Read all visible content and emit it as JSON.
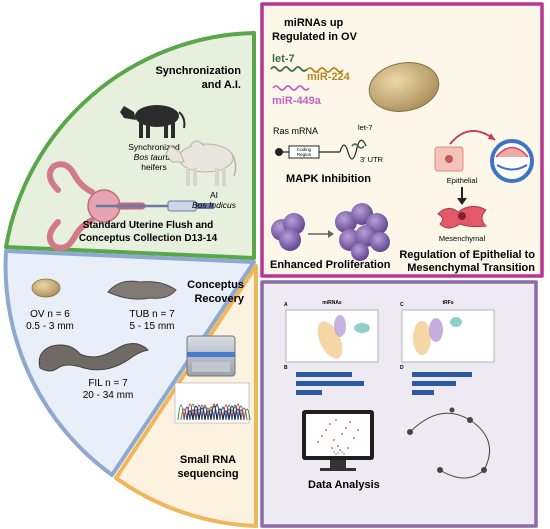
{
  "colors": {
    "green_panel": "#5aa64a",
    "green_fill": "#e7f0dd",
    "magenta_panel": "#b5378f",
    "magenta_fill": "#fdf7ea",
    "blue_panel": "#8ea8cf",
    "blue_fill": "#e9eff8",
    "orange_panel": "#f0b65a",
    "orange_fill": "#fdf1df",
    "purple_panel": "#8c6ba8",
    "purple_fill": "#eeeaf4"
  },
  "sync_panel": {
    "title_line1": "Synchronization",
    "title_line2": "and A.I.",
    "heifers_line1": "Synchronized",
    "heifers_line2": "Bos taurus",
    "heifers_line3": "heifers",
    "ai_line1": "AI",
    "ai_line2": "Bos Indicus",
    "flush_line1": "Standard Uterine Flush and",
    "flush_line2": "Conceptus Collection D13-14"
  },
  "mirna_panel": {
    "title_line1": "miRNAs up",
    "title_line2": "Regulated in OV",
    "mir_let7": "let-7",
    "mir_224": "miR-224",
    "mir_449a": "miR-449a",
    "ras_label": "Ras mRNA",
    "let7_small": "let-7",
    "coding_line1": "Coding",
    "coding_line2": "Region",
    "utr_label": "3' UTR",
    "mapk_label": "MAPK Inhibition",
    "epithelial_label": "Epithelial",
    "mesenchymal_label": "Mesenchymal",
    "proliferation_label": "Enhanced Proliferation",
    "emt_line1": "Regulation of Epithelial to",
    "emt_line2": "Mesenchymal Transition",
    "mir_colors": {
      "let7": "#3d6b4a",
      "mir224": "#b38a1a",
      "mir449a": "#c064c8"
    }
  },
  "recovery_panel": {
    "title_line1": "Conceptus",
    "title_line2": "Recovery",
    "ov_line1": "OV n = 6",
    "ov_line2": "0.5 - 3 mm",
    "tub_line1": "TUB n = 7",
    "tub_line2": "5 - 15 mm",
    "fil_line1": "FIL n = 7",
    "fil_line2": "20 - 34 mm"
  },
  "sequencing_panel": {
    "label_line1": "Small RNA",
    "label_line2": "sequencing"
  },
  "analysis_panel": {
    "label": "Data Analysis",
    "plot_a_title": "miRNAs",
    "plot_c_title": "tRFs",
    "letter_a": "A",
    "letter_b": "B",
    "letter_c": "C",
    "letter_d": "D"
  }
}
